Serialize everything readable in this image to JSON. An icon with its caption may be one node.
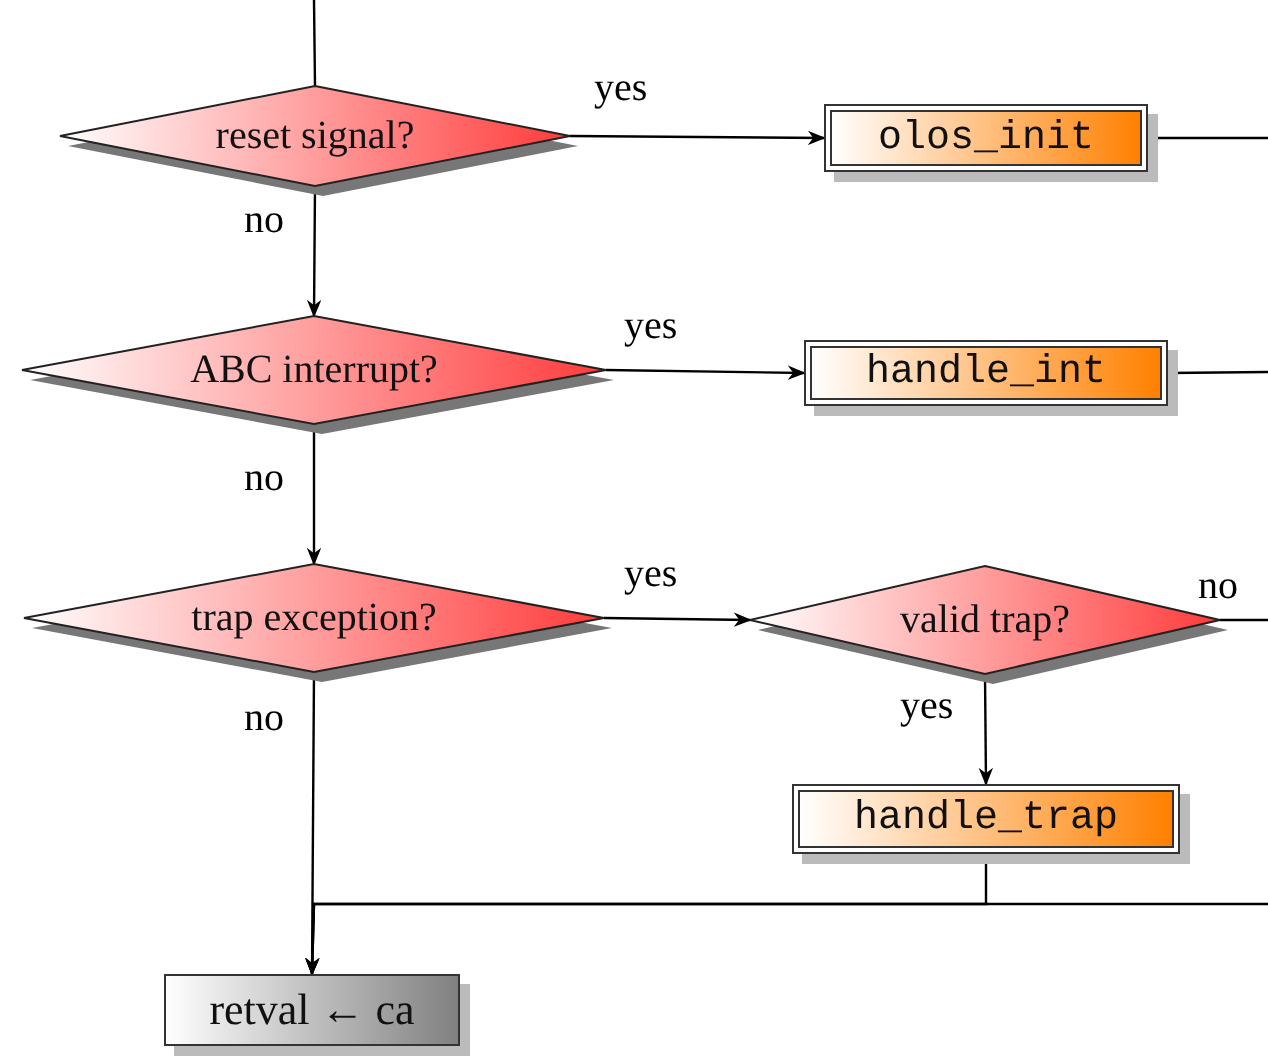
{
  "diagram": {
    "nodes": [
      {
        "text": [
          "reset signal?"
        ]
      },
      {
        "text": [
          "olos_init"
        ]
      },
      {
        "text": [
          "ABC interrupt?"
        ]
      },
      {
        "text": [
          "handle_int"
        ]
      },
      {
        "text": [
          "trap exception?"
        ]
      },
      {
        "text": [
          "valid trap?"
        ]
      },
      {
        "text": [
          "handle_trap"
        ]
      },
      {
        "text": [
          "retval ← ca"
        ]
      }
    ],
    "edges": [
      {
        "from": null,
        "to": 0,
        "arrow": "none"
      },
      {
        "from": 0,
        "to": 1,
        "arrow": "to",
        "label": "yes"
      },
      {
        "from": 0,
        "to": 2,
        "arrow": "to",
        "label": "no"
      },
      {
        "from": 1,
        "to": null,
        "arrow": "none"
      },
      {
        "from": 2,
        "to": 3,
        "arrow": "to",
        "label": "yes"
      },
      {
        "from": 2,
        "to": 4,
        "arrow": "to",
        "label": "no"
      },
      {
        "from": 3,
        "to": null,
        "arrow": "none"
      },
      {
        "from": 4,
        "to": 5,
        "arrow": "to",
        "label": "yes"
      },
      {
        "from": 4,
        "to": 7,
        "arrow": "to",
        "label": "no"
      },
      {
        "from": 5,
        "to": 6,
        "arrow": "to",
        "label": "yes"
      },
      {
        "from": 5,
        "to": null,
        "arrow": "none",
        "label": "no"
      },
      {
        "from": 6,
        "to": 7,
        "arrow": "to"
      },
      {
        "from": null,
        "to": 7,
        "arrow": "to"
      }
    ]
  }
}
